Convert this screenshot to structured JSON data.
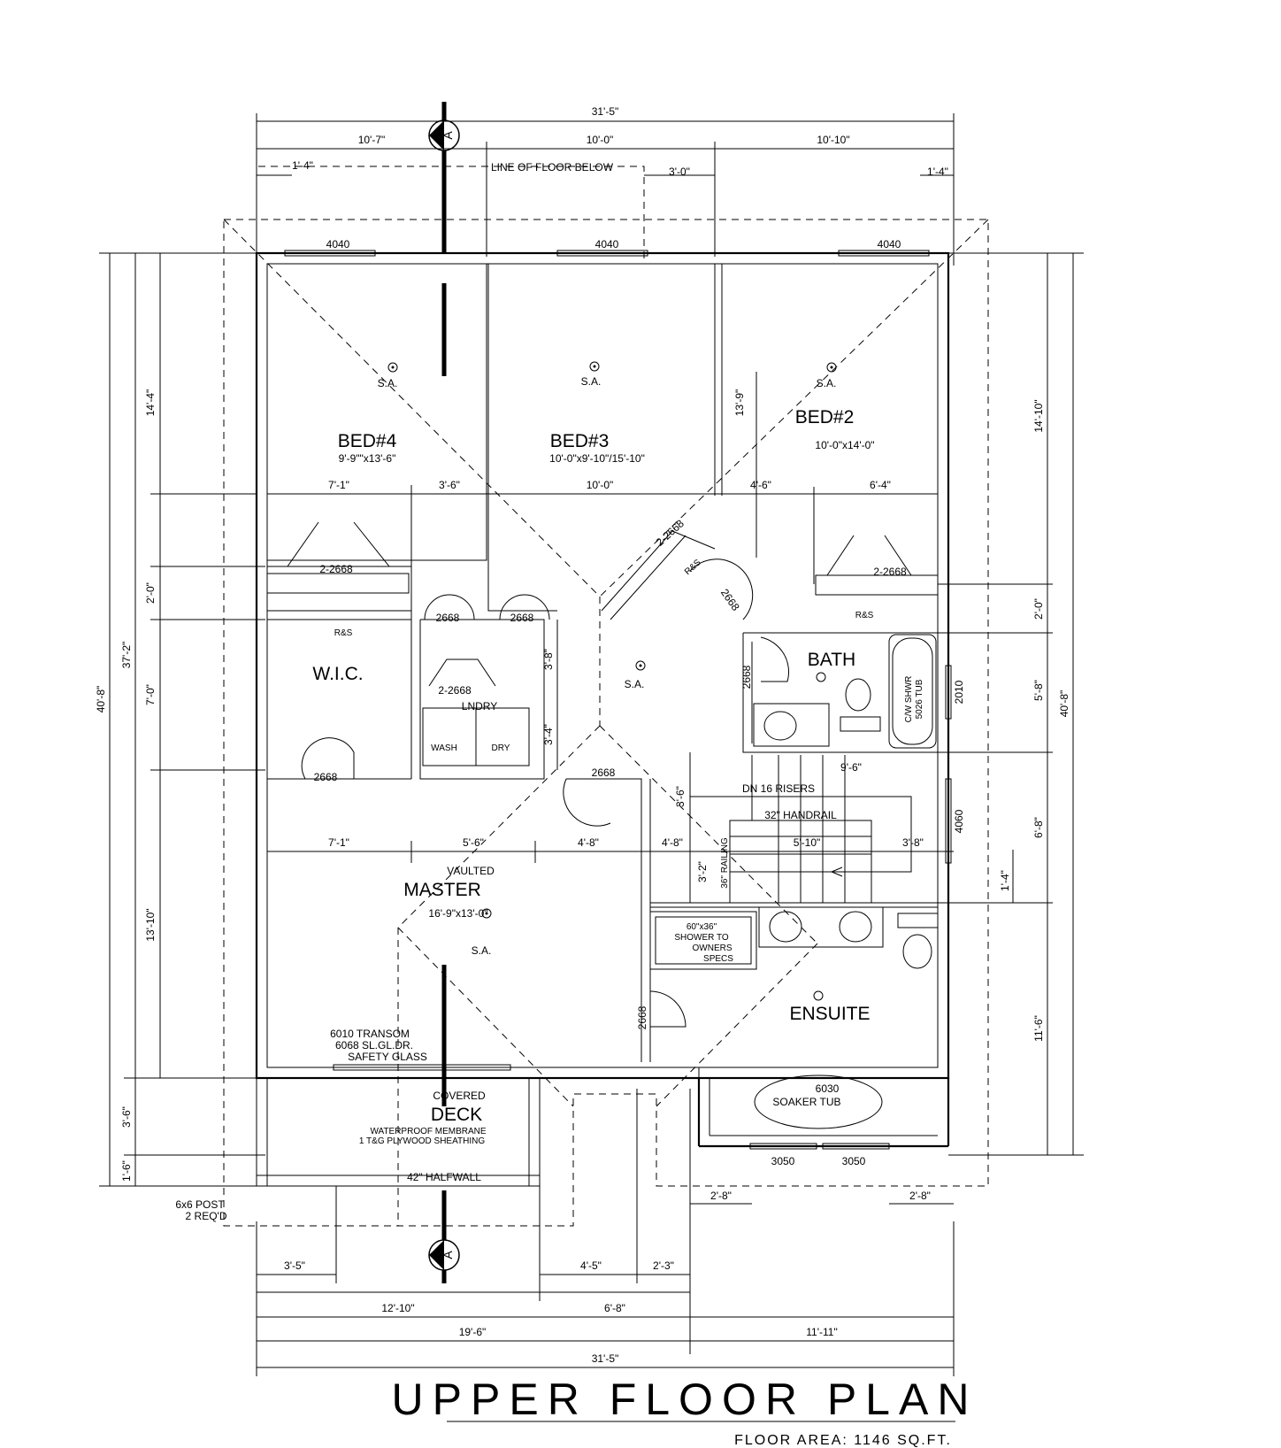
{
  "title": "UPPER FLOOR PLAN",
  "floor_area": "FLOOR AREA:  1146 SQ.FT.",
  "section_marker": "A",
  "rooms": {
    "bed4": {
      "name": "BED#4",
      "size": "9'-9\"\"x13'-6\""
    },
    "bed3": {
      "name": "BED#3",
      "size": "10'-0\"x9'-10\"/15'-10\""
    },
    "bed2": {
      "name": "BED#2",
      "size": "10'-0\"x14'-0\""
    },
    "wic": {
      "name": "W.I.C."
    },
    "laundry": {
      "name": "LNDRY",
      "wash": "WASH",
      "dry": "DRY"
    },
    "bath": {
      "name": "BATH",
      "tub_line1": "C/W SHWR",
      "tub_line2": "5026 TUB"
    },
    "master": {
      "name": "MASTER",
      "note": "VAULTED",
      "size": "16'-9\"x13'-0\""
    },
    "ensuite": {
      "name": "ENSUITE",
      "soaker_code": "6030",
      "soaker_label": "SOAKER TUB",
      "shower_line1": "60\"x36\"",
      "shower_line2": "SHOWER TO",
      "shower_line3": "OWNERS",
      "shower_line4": "SPECS"
    },
    "deck": {
      "name": "DECK",
      "note": "COVERED",
      "membrane1": "WATERPROOF MEMBRANE",
      "membrane2": "1 T&G PLYWOOD SHEATHING",
      "halfwall": "42\" HALFWALL"
    }
  },
  "notes": {
    "line_of_floor_below": "LINE OF FLOOR BELOW",
    "smoke_alarm": "S.A.",
    "stair_risers": "DN 16 RISERS",
    "handrail": "32\" HANDRAIL",
    "railing": "36\" RAILING",
    "transom": "6010 TRANSOM",
    "sliding_door": "6068 SL.GL.DR.",
    "safety_glass": "SAFETY GLASS",
    "post": "6x6 POST",
    "post_req": "2 REQ'D",
    "shelf": "R&S"
  },
  "openings": {
    "window_4040": "4040",
    "window_2010": "2010",
    "window_3050": "3050",
    "door_2668": "2668",
    "door_2_2668": "2-2668"
  },
  "dimensions": {
    "overall_width": "31'-5\"",
    "top_10_7": "10'-7\"",
    "top_10_0": "10'-0\"",
    "top_10_10": "10'-10\"",
    "top_1_4": "1'-4\"",
    "top_3_0": "3'-0\"",
    "left_40_8": "40'-8\"",
    "left_37_2": "37'-2\"",
    "left_14_4": "14'-4\"",
    "left_2_0": "2'-0\"",
    "left_7_0": "7'-0\"",
    "left_13_10": "13'-10\"",
    "left_3_6": "3'-6\"",
    "left_1_6": "1'-6\"",
    "right_14_10": "14'-10\"",
    "right_2_0": "2'-0\"",
    "right_5_8": "5'-8\"",
    "right_6_8": "6'-8\"",
    "right_11_6": "11'-6\"",
    "right_40_8": "40'-8\"",
    "right_1_4": "1'-4\"",
    "bed2_13_9": "13'-9\"",
    "int_7_1": "7'-1\"",
    "int_3_6": "3'-6\"",
    "int_10_0": "10'-0\"",
    "int_4_6": "4'-6\"",
    "int_6_4": "6'-4\"",
    "int_3_8": "3'-8\"",
    "int_3_4": "3'-4\"",
    "int_9_6": "9'-6\"",
    "int_5_6": "5'-6\"",
    "int_4_8": "4'-8\"",
    "int_5_10": "5'-10\"",
    "int_3_2": "3'-2\"",
    "bot_2_8": "2'-8\"",
    "bot_3_5": "3'-5\"",
    "bot_4_5": "4'-5\"",
    "bot_2_3": "2'-3\"",
    "bot_12_10": "12'-10\"",
    "bot_6_8": "6'-8\"",
    "bot_19_6": "19'-6\"",
    "bot_11_11": "11'-11\""
  }
}
